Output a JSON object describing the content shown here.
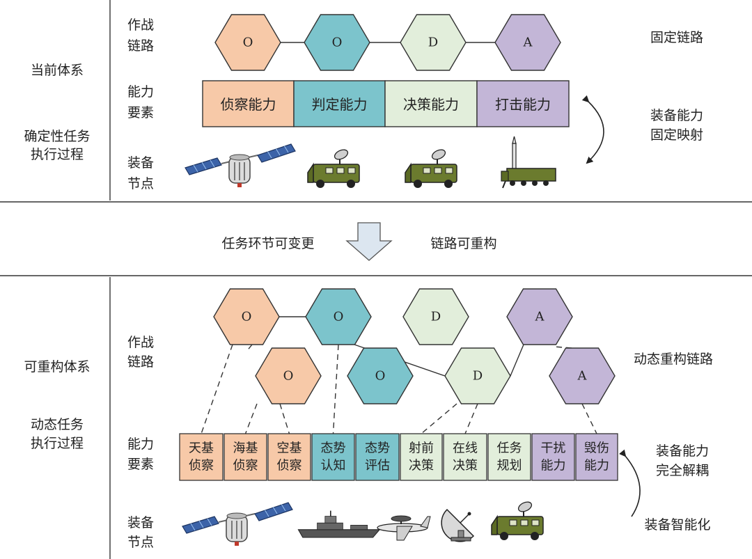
{
  "colors": {
    "orange": "#f7c9a8",
    "teal": "#7cc4cc",
    "pale_green": "#e2eedb",
    "purple": "#c3b6d7",
    "line": "#333333",
    "vehicle_green": "#6b7b2e"
  },
  "top": {
    "left_title": "当前体系",
    "left_subtitle": [
      "确定性任务",
      "执行过程"
    ],
    "row_chain": [
      "作战",
      "链路"
    ],
    "row_ability": [
      "能力",
      "要素"
    ],
    "row_equip": [
      "装备",
      "节点"
    ],
    "hexes": [
      "O",
      "O",
      "D",
      "A"
    ],
    "boxes": [
      "侦察能力",
      "判定能力",
      "决策能力",
      "打击能力"
    ],
    "right_chain": "固定链路",
    "right_mapping": [
      "装备能力",
      "固定映射"
    ],
    "equipment_icons": [
      "satellite-icon",
      "radar-truck-icon",
      "radar-truck-icon",
      "missile-launcher-icon"
    ]
  },
  "middle": {
    "left_text": "任务环节可变更",
    "right_text": "链路可重构",
    "arrow_icon": "down-arrow-icon"
  },
  "bottom": {
    "left_title": "可重构体系",
    "left_subtitle": [
      "动态任务",
      "执行过程"
    ],
    "row_chain": [
      "作战",
      "链路"
    ],
    "row_ability": [
      "能力",
      "要素"
    ],
    "row_equip": [
      "装备",
      "节点"
    ],
    "hexes_upper": [
      "O",
      "O",
      "D",
      "A"
    ],
    "hexes_lower": [
      "O",
      "O",
      "D",
      "A"
    ],
    "boxes": [
      [
        "天基",
        "侦察"
      ],
      [
        "海基",
        "侦察"
      ],
      [
        "空基",
        "侦察"
      ],
      [
        "态势",
        "认知"
      ],
      [
        "态势",
        "评估"
      ],
      [
        "射前",
        "决策"
      ],
      [
        "在线",
        "决策"
      ],
      [
        "任务",
        "规划"
      ],
      [
        "干扰",
        "能力"
      ],
      [
        "毁伤",
        "能力"
      ]
    ],
    "right_chain": "动态重构链路",
    "right_mapping": [
      "装备能力",
      "完全解耦"
    ],
    "right_equip": "装备智能化",
    "equipment_icons": [
      "satellite-icon",
      "warship-icon",
      "awacs-aircraft-icon",
      "satellite-dish-icon",
      "radar-truck-icon"
    ]
  }
}
